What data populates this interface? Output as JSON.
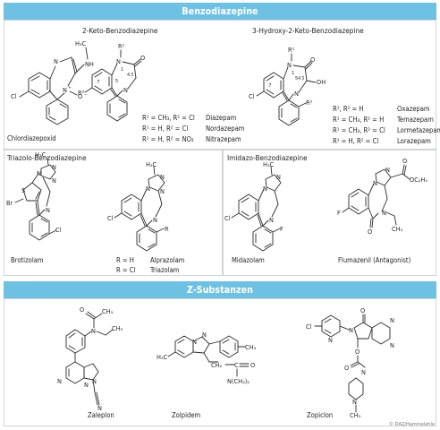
{
  "banners": {
    "benzo": "Benzodiazepine",
    "z": "Z-Substanzen"
  },
  "headers": {
    "keto": "2-Keto-Benzodiazepine",
    "hydroxy": "3-Hydroxy-2-Keto-Benzodiazepine",
    "triazolo": "Triazolo-Benzodiazepine",
    "imidazo": "Imidazo-Benzodiazepine"
  },
  "drugs": {
    "chlordiazepoxid": "Chlordiazepoxid",
    "brotizolam": "Brotizolam",
    "midazolam": "Midazolam",
    "flumazenil": "Flumazenil (Antagonist)",
    "zaleplon": "Zaleplon",
    "zolpidem": "Zolpidem",
    "zopiclon": "Zopiclon"
  },
  "keto_table": [
    {
      "subst": "R¹ = CH₃, R² = Cl",
      "name": "Diazepam"
    },
    {
      "subst": "R¹ = H,   R² = Cl",
      "name": "Nordazepam"
    },
    {
      "subst": "R¹ = H,   R² = NO₂",
      "name": "Nitrazepam"
    }
  ],
  "hydroxy_table": [
    {
      "subst": "R¹, R² = H",
      "name": "Oxazepam"
    },
    {
      "subst": "R¹ = CH₃, R² = H",
      "name": "Temazepam"
    },
    {
      "subst": "R¹ = CH₃, R² = Cl",
      "name": "Lormetazepam"
    },
    {
      "subst": "R¹ = H,   R² = Cl",
      "name": "Lorazepam"
    }
  ],
  "triazolo_table": [
    {
      "subst": "R = H",
      "name": "Alprazolam"
    },
    {
      "subst": "R = Cl",
      "name": "Triazolam"
    }
  ],
  "credit": "© DAZ/Hammelehle"
}
